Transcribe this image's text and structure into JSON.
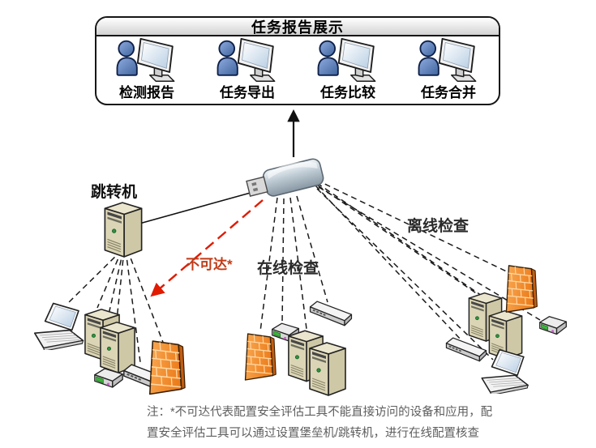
{
  "panel": {
    "title": "任务报告展示",
    "stations": [
      {
        "label": "检测报告"
      },
      {
        "label": "任务导出"
      },
      {
        "label": "任务比较"
      },
      {
        "label": "任务合并"
      }
    ]
  },
  "diagram_labels": {
    "jump_host": "跳转机",
    "unreachable": "不可达*",
    "online_check": "在线检查",
    "offline_check": "离线检查"
  },
  "note": {
    "lines": [
      "注：*不可达代表配置安全评估工具不能直接访问的设备和应用，配",
      "置安全评估工具可以通过设置堡垒机/跳转机，进行在线配置核查"
    ]
  },
  "colors": {
    "arrow_red": "#e01b00",
    "unreachable_text": "#c03a16",
    "line_black": "#1a1a1a",
    "firewall_orange": "#ee8225",
    "server_beige": "#dbd5b6",
    "person_blue": "#5b82c8",
    "note_gray": "#5e5e5e"
  }
}
